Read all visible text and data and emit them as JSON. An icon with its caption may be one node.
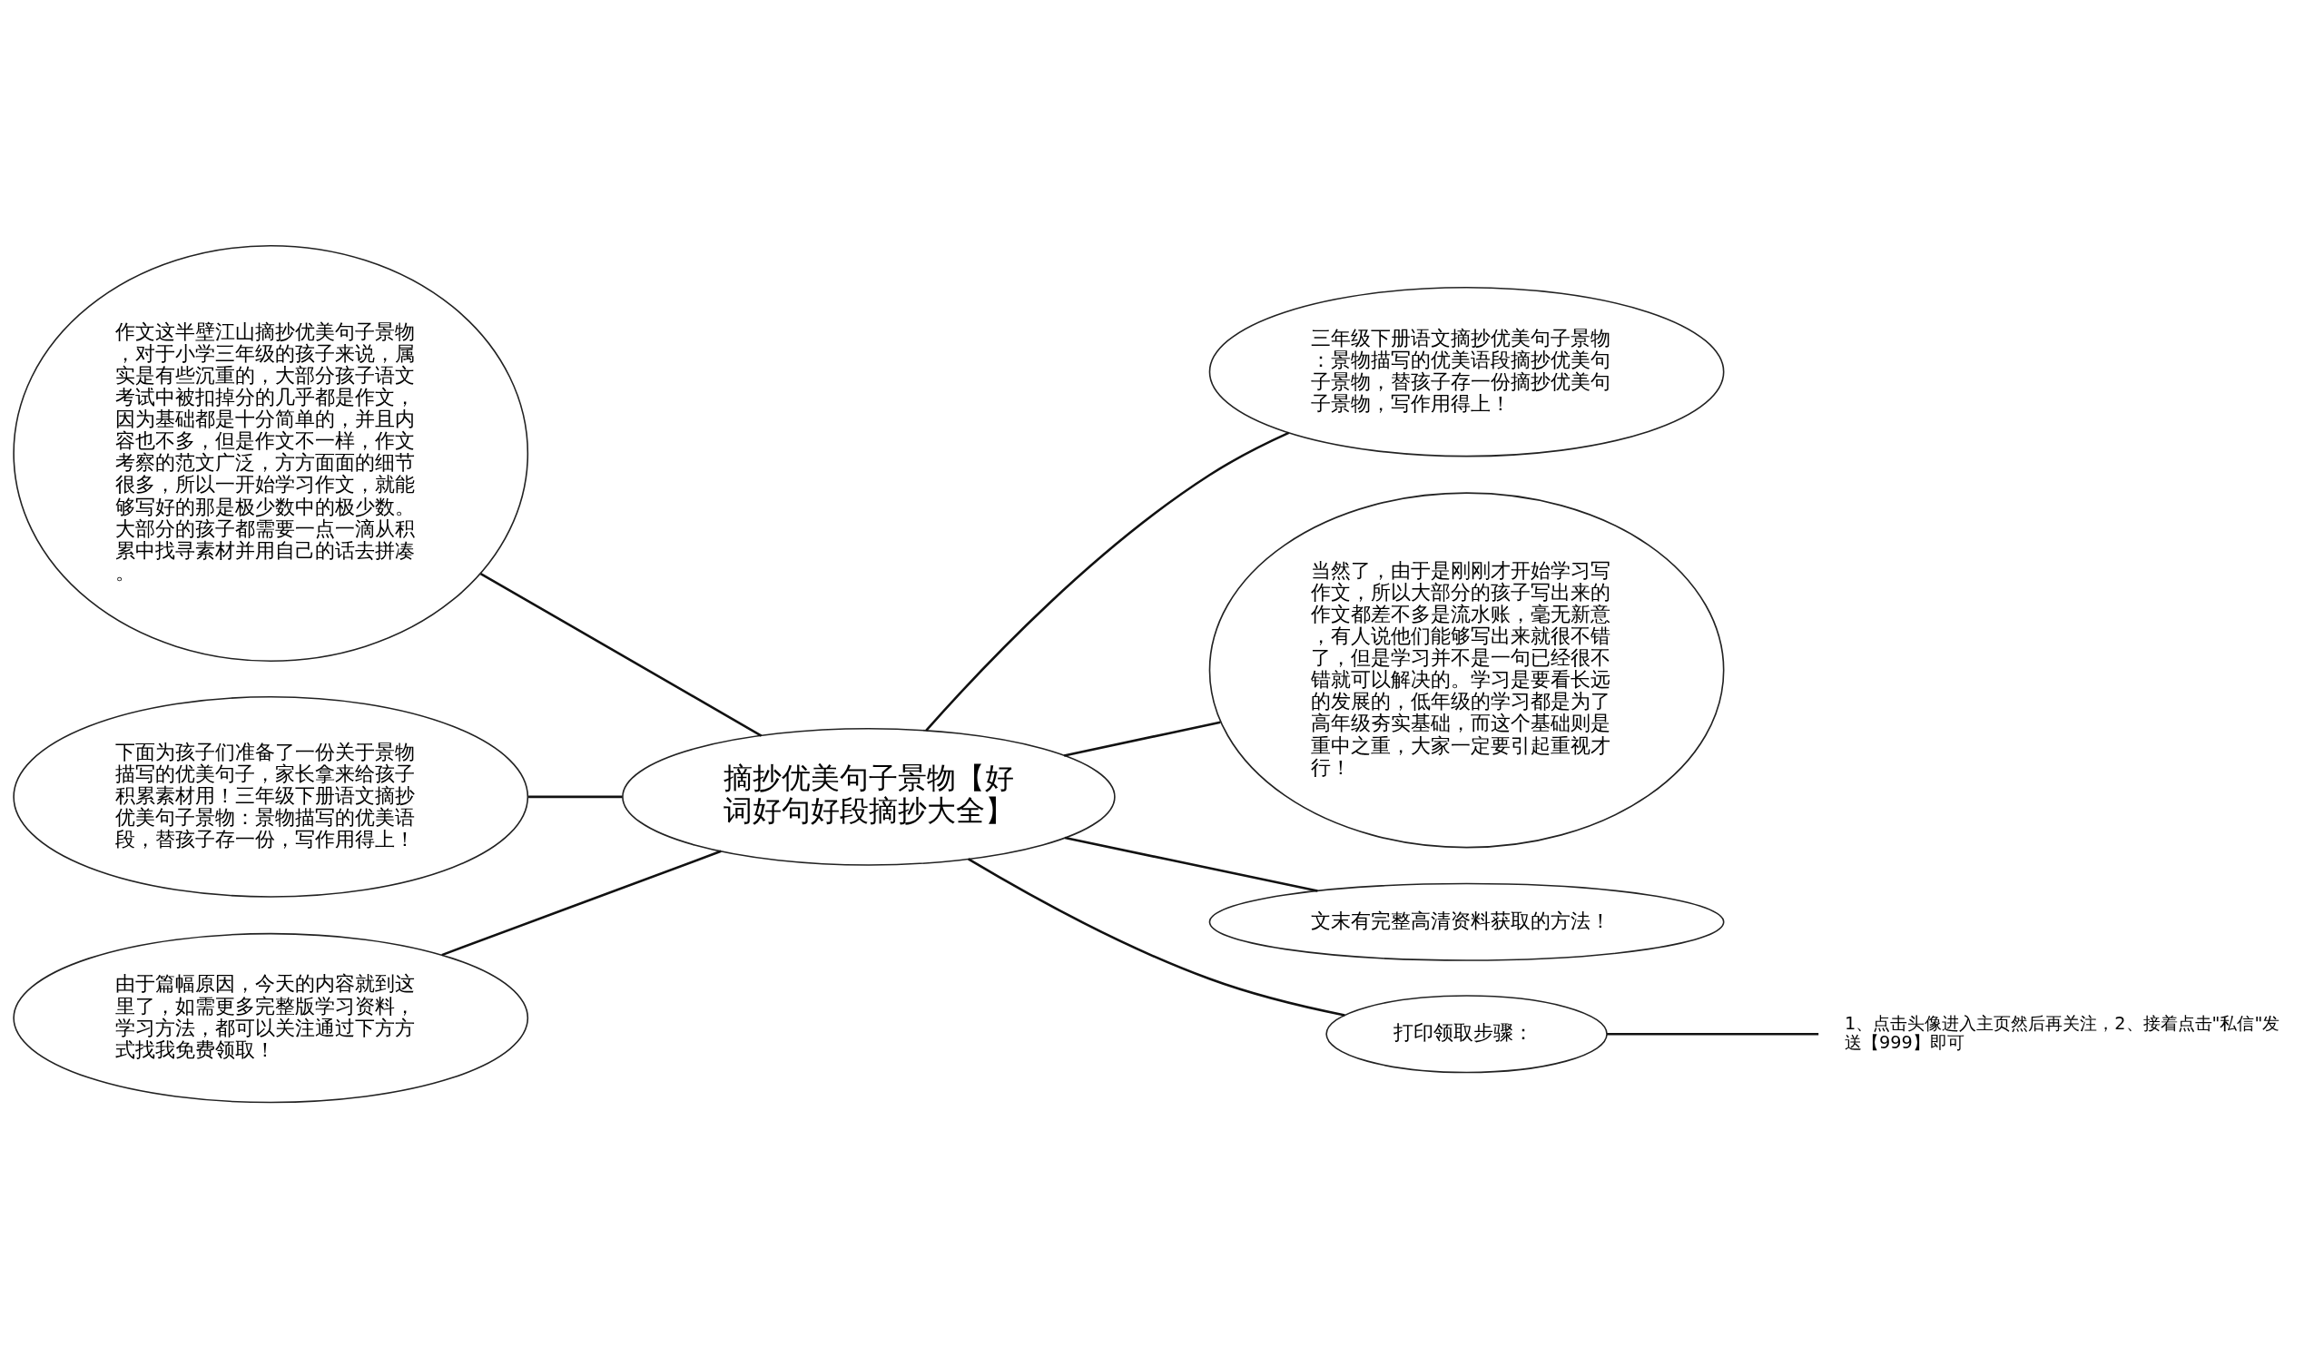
{
  "diagram": {
    "nodes": [
      {
        "text": [
          "摘抄优美句子景物【好词好句好段摘抄大全】"
        ]
      },
      {
        "text": [
          "作文这半壁江山摘抄优美句子景物，对于小学三年级的孩子来说，属实是有些沉重的，大部分孩子语文考试中被扣掉分的几乎都是作文，因为基础都是十分简单的，并且内容也不多，但是作文不一样，作文考察的范文广泛，方方面面的细节很多，所以一开始学习作文，就能够写好的那是极少数中的极少数。大部分的孩子都需要一点一滴从积累中找寻素材并用自己的话去拼凑。"
        ]
      },
      {
        "text": [
          "下面为孩子们准备了一份关于景物描写的优美句子，家长拿来给孩子积累素材用！三年级下册语文摘抄优美句子景物：景物描写的优美语段，替孩子存一份，写作用得上！"
        ]
      },
      {
        "text": [
          "由于篇幅原因，今天的内容就到这里了，如需更多完整版学习资料，学习方法，都可以关注通过下方方式找我免费领取！"
        ]
      },
      {
        "text": [
          "三年级下册语文摘抄优美句子景物：景物描写的优美语段摘抄优美句子景物，替孩子存一份摘抄优美句子景物，写作用得上！"
        ]
      },
      {
        "text": [
          "当然了，由于是刚刚才开始学习写作文，所以大部分的孩子写出来的作文都差不多是流水账，毫无新意，有人说他们能够写出来就很不错了，但是学习并不是一句已经很不错就可以解决的。学习是要看长远的发展的，低年级的学习都是为了高年级夯实基础，而这个基础则是重中之重，大家一定要引起重视才行！"
        ]
      },
      {
        "text": [
          "文末有完整高清资料获取的方法！"
        ]
      },
      {
        "text": [
          "打印领取步骤："
        ]
      },
      {
        "text": [
          "1、点击头像进入主页然后再关注，2、接着点击\"私信\"发送【999】即可"
        ]
      }
    ],
    "edges": [
      {
        "from": 0,
        "to": 1,
        "arrow": "none"
      },
      {
        "from": 0,
        "to": 2,
        "arrow": "none"
      },
      {
        "from": 0,
        "to": 3,
        "arrow": "none"
      },
      {
        "from": 0,
        "to": 4,
        "arrow": "none"
      },
      {
        "from": 0,
        "to": 5,
        "arrow": "none"
      },
      {
        "from": 0,
        "to": 6,
        "arrow": "none"
      },
      {
        "from": 0,
        "to": 7,
        "arrow": "none"
      },
      {
        "from": 7,
        "to": 8,
        "arrow": "none"
      }
    ]
  }
}
